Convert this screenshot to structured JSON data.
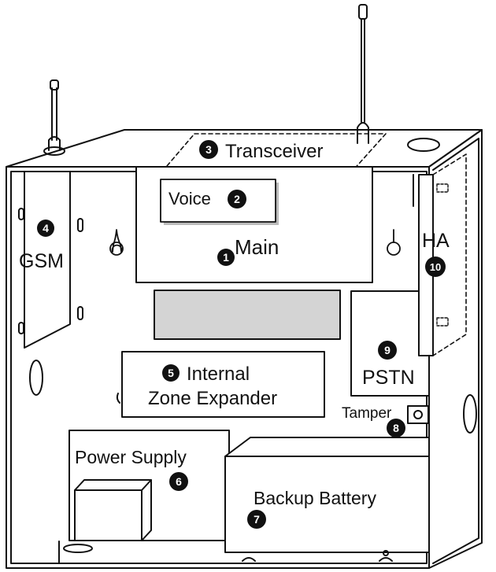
{
  "colors": {
    "outline": "#111111",
    "panel_fill": "#ffffff",
    "display_fill": "#d4d4d4",
    "badge_fill": "#111111",
    "badge_text": "#ffffff"
  },
  "components": [
    {
      "id": "main",
      "name": "Main",
      "number": "1"
    },
    {
      "id": "voice",
      "name": "Voice",
      "number": "2"
    },
    {
      "id": "transceiver",
      "name": "Transceiver",
      "number": "3"
    },
    {
      "id": "gsm",
      "name": "GSM",
      "number": "4"
    },
    {
      "id": "zone-expander",
      "name": "Internal",
      "name_line2": "Zone Expander",
      "number": "5"
    },
    {
      "id": "power-supply",
      "name": "Power Supply",
      "number": "6"
    },
    {
      "id": "backup-battery",
      "name": "Backup Battery",
      "number": "7"
    },
    {
      "id": "tamper",
      "name": "Tamper",
      "number": "8"
    },
    {
      "id": "pstn",
      "name": "PSTN",
      "number": "9"
    },
    {
      "id": "ha",
      "name": "HA",
      "number": "10"
    }
  ]
}
